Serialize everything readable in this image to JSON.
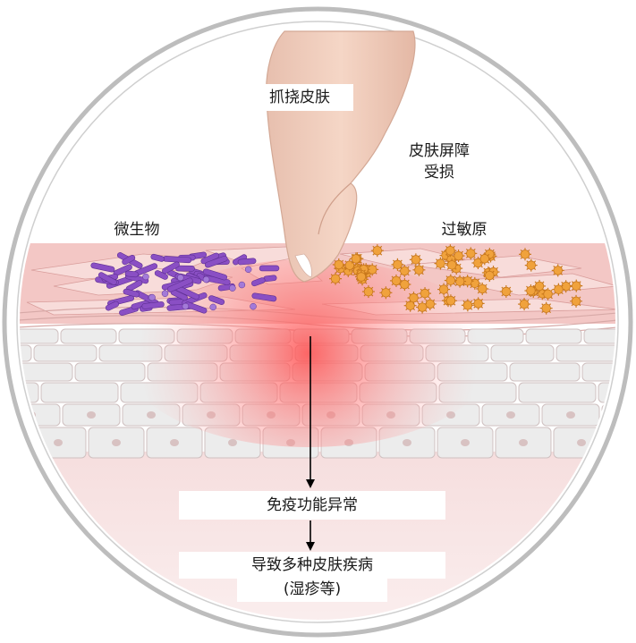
{
  "labels": {
    "scratch": "抓挠皮肤",
    "barrier_line1": "皮肤屏障",
    "barrier_line2": "受损",
    "microbes": "微生物",
    "allergens": "过敏原",
    "immune": "免疫功能异常",
    "disease_line1": "导致多种皮肤疾病",
    "disease_line2": "(湿疹等)"
  },
  "colors": {
    "frame": "#c9c9c9",
    "skin_top": "#f3c9c7",
    "skin_flakes": "#f7d6d4",
    "cells": "#ececec",
    "cell_border": "#cfc0c0",
    "inflammation": "#ff5a5a",
    "bacteria": "#8a4fc4",
    "allergen": "#f0a23c",
    "finger": "#f1cdbb",
    "arrow": "#000000"
  },
  "icons": [
    "finger-illustration",
    "bacteria-cluster",
    "allergen-cluster",
    "skin-cell-layers"
  ]
}
